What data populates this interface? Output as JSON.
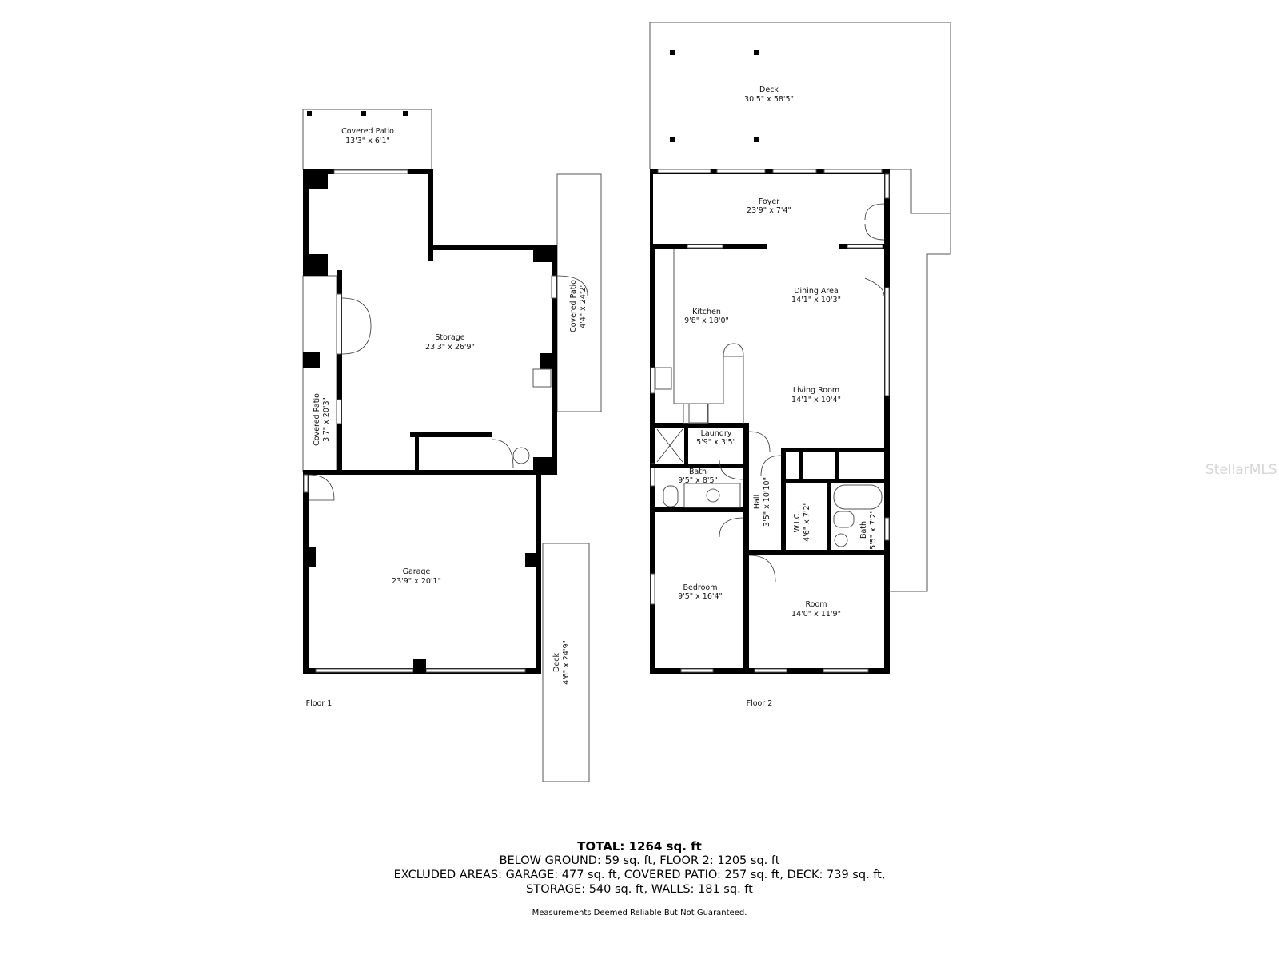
{
  "floor1": {
    "label": "Floor 1",
    "rooms": [
      {
        "name": "Covered Patio",
        "dims": "13'3\" x 6'1\""
      },
      {
        "name": "Storage",
        "dims": "23'3\" x 26'9\""
      },
      {
        "name": "Covered Patio",
        "dims": "4'4\" x 24'2\""
      },
      {
        "name": "Covered Patio",
        "dims": "3'7\" x 20'3\""
      },
      {
        "name": "Garage",
        "dims": "23'9\" x 20'1\""
      },
      {
        "name": "Deck",
        "dims": "4'6\" x 24'9\""
      }
    ]
  },
  "floor2": {
    "label": "Floor 2",
    "rooms": [
      {
        "name": "Deck",
        "dims": "30'5\" x 58'5\""
      },
      {
        "name": "Foyer",
        "dims": "23'9\" x 7'4\""
      },
      {
        "name": "Dining Area",
        "dims": "14'1\" x 10'3\""
      },
      {
        "name": "Kitchen",
        "dims": "9'8\" x 18'0\""
      },
      {
        "name": "Living Room",
        "dims": "14'1\" x 10'4\""
      },
      {
        "name": "Laundry",
        "dims": "5'9\" x 3'5\""
      },
      {
        "name": "Bath",
        "dims": "9'5\" x 8'5\""
      },
      {
        "name": "Hall",
        "dims": "3'5\" x 10'10\""
      },
      {
        "name": "W.I.C.",
        "dims": "4'6\" x 7'2\""
      },
      {
        "name": "Bath",
        "dims": "5'5\" x 7'2\""
      },
      {
        "name": "Bedroom",
        "dims": "9'5\" x 16'4\""
      },
      {
        "name": "Room",
        "dims": "14'0\" x 11'9\""
      }
    ]
  },
  "summary": {
    "total": "TOTAL: 1264 sq. ft",
    "line1": "BELOW GROUND: 59 sq. ft, FLOOR 2: 1205 sq. ft",
    "line2": "EXCLUDED AREAS: GARAGE: 477 sq. ft, COVERED PATIO: 257 sq. ft, DECK: 739 sq. ft,",
    "line3": "STORAGE: 540 sq. ft, WALLS: 181 sq. ft",
    "disclaimer": "Measurements Deemed Reliable But Not Guaranteed."
  },
  "watermark": "StellarMLS",
  "colors": {
    "walls": "#000000",
    "outline": "#555555",
    "background": "#ffffff"
  }
}
